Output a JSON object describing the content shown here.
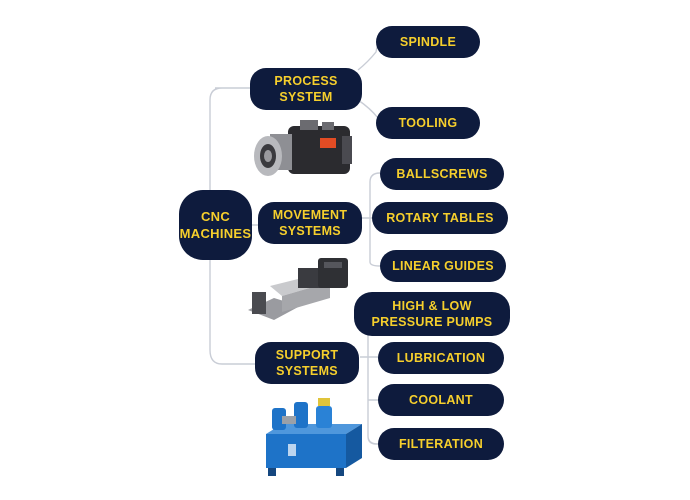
{
  "root": {
    "line1": "CNC",
    "line2": "MACHINES"
  },
  "groups": [
    {
      "line1": "PROCESS",
      "line2": "SYSTEM",
      "children": [
        "SPINDLE",
        "TOOLING"
      ],
      "image": "spindle-motor-image"
    },
    {
      "line1": "MOVEMENT",
      "line2": "SYSTEMS",
      "children": [
        "BALLSCREWS",
        "ROTARY TABLES",
        "LINEAR GUIDES"
      ],
      "image": "servo-actuator-image"
    },
    {
      "line1": "SUPPORT",
      "line2": "SYSTEMS",
      "children": [
        "HIGH & LOW PRESSURE PUMPS",
        "LUBRICATION",
        "COOLANT",
        "FILTERATION"
      ],
      "image": "hydraulic-power-unit-image"
    }
  ],
  "colors": {
    "node_bg": "#0e1b3d",
    "node_text": "#f6cf2c",
    "connector": "#c9cdd6",
    "hydraulic_unit": "#1e73c8"
  }
}
